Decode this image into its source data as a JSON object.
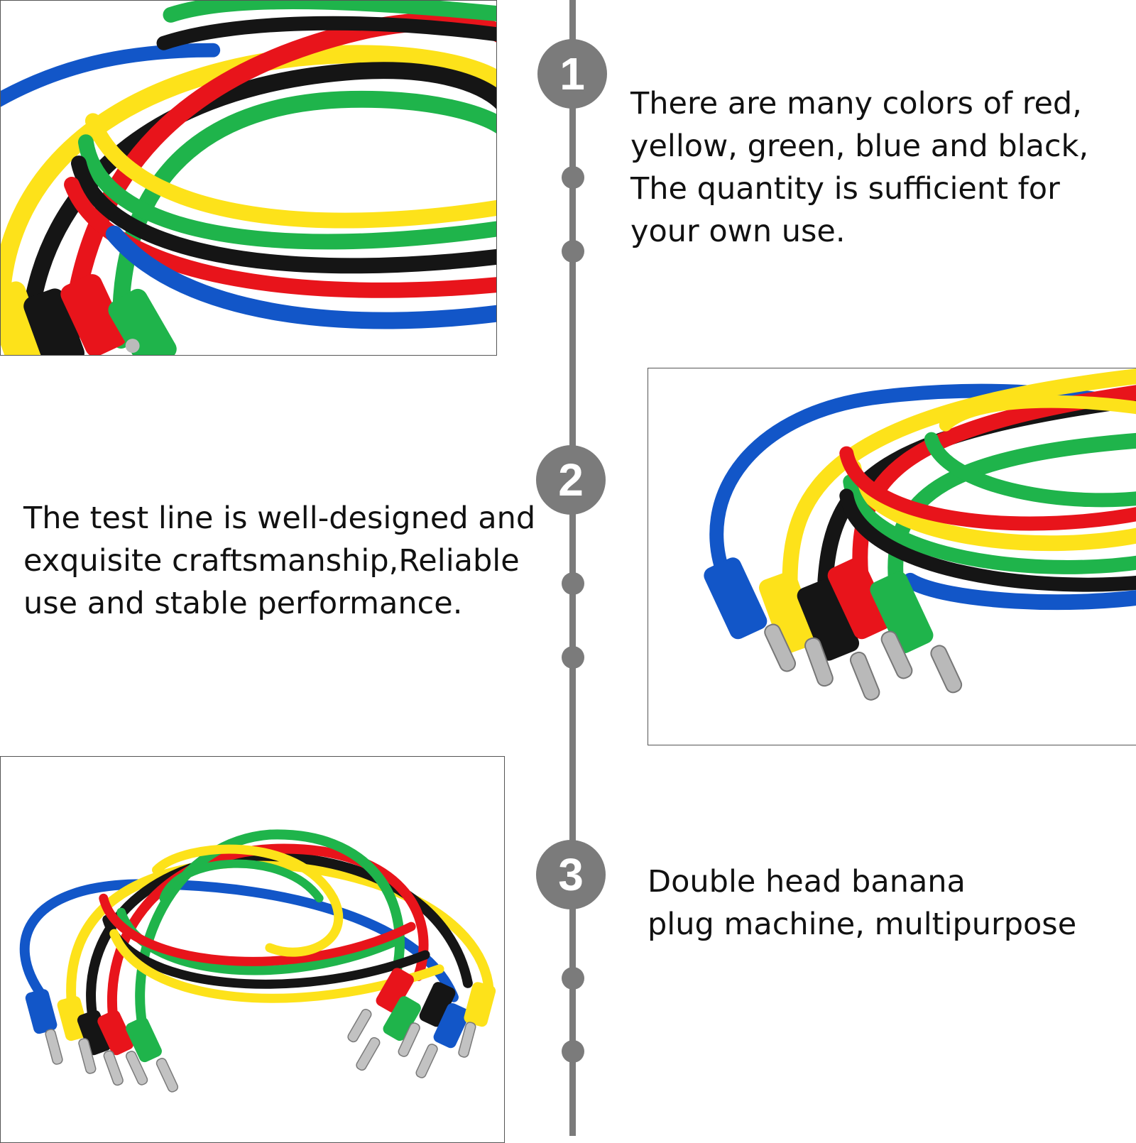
{
  "steps": [
    {
      "number": "1",
      "lines": [
        "There are many colors of red,",
        "yellow, green, blue and black,",
        "The quantity is sufficient for",
        "your own use."
      ]
    },
    {
      "number": "2",
      "lines": [
        "The test line is well-designed and",
        "exquisite craftsmanship,Reliable",
        "use and stable performance."
      ]
    },
    {
      "number": "3",
      "lines": [
        "Double head banana",
        "plug machine, multipurpose"
      ]
    }
  ],
  "colors": {
    "timeline": "#7b7b7b",
    "cable_red": "#e8141b",
    "cable_yellow": "#fde21a",
    "cable_green": "#1fb44b",
    "cable_blue": "#1256c8",
    "cable_black": "#151515"
  }
}
